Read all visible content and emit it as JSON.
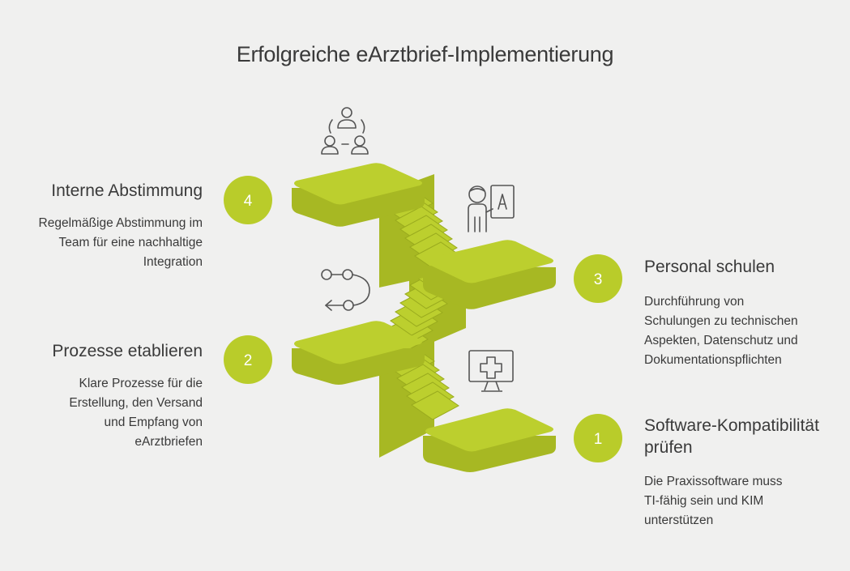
{
  "title": "Erfolgreiche eArztbrief-Implementierung",
  "colors": {
    "accent": "#b9cc2a",
    "accent_side": "#a7b823",
    "accent_dark": "#8f9e1c",
    "background": "#f0f0ef",
    "text": "#3a3a3a",
    "icon_stroke": "#555555"
  },
  "steps": [
    {
      "number": "1",
      "title": "Software-Kompatibilität prüfen",
      "title_lines": [
        "Software-Kompatibilität",
        "prüfen"
      ],
      "description_lines": [
        "Die Praxissoftware muss",
        "TI-fähig sein und KIM",
        "unterstützen"
      ],
      "icon": "monitor-medical-cross-icon"
    },
    {
      "number": "2",
      "title": "Prozesse etablieren",
      "description_lines": [
        "Klare Prozesse für die",
        "Erstellung, den Versand",
        "und Empfang von",
        "eArztbriefen"
      ],
      "icon": "process-flow-icon"
    },
    {
      "number": "3",
      "title": "Personal schulen",
      "description_lines": [
        "Durchführung von",
        "Schulungen zu technischen",
        "Aspekten, Datenschutz und",
        "Dokumentationspflichten"
      ],
      "icon": "teacher-board-icon"
    },
    {
      "number": "4",
      "title": "Interne Abstimmung",
      "description_lines": [
        "Regelmäßige Abstimmung im",
        "Team für eine nachhaltige",
        "Integration"
      ],
      "icon": "team-meeting-icon"
    }
  ]
}
